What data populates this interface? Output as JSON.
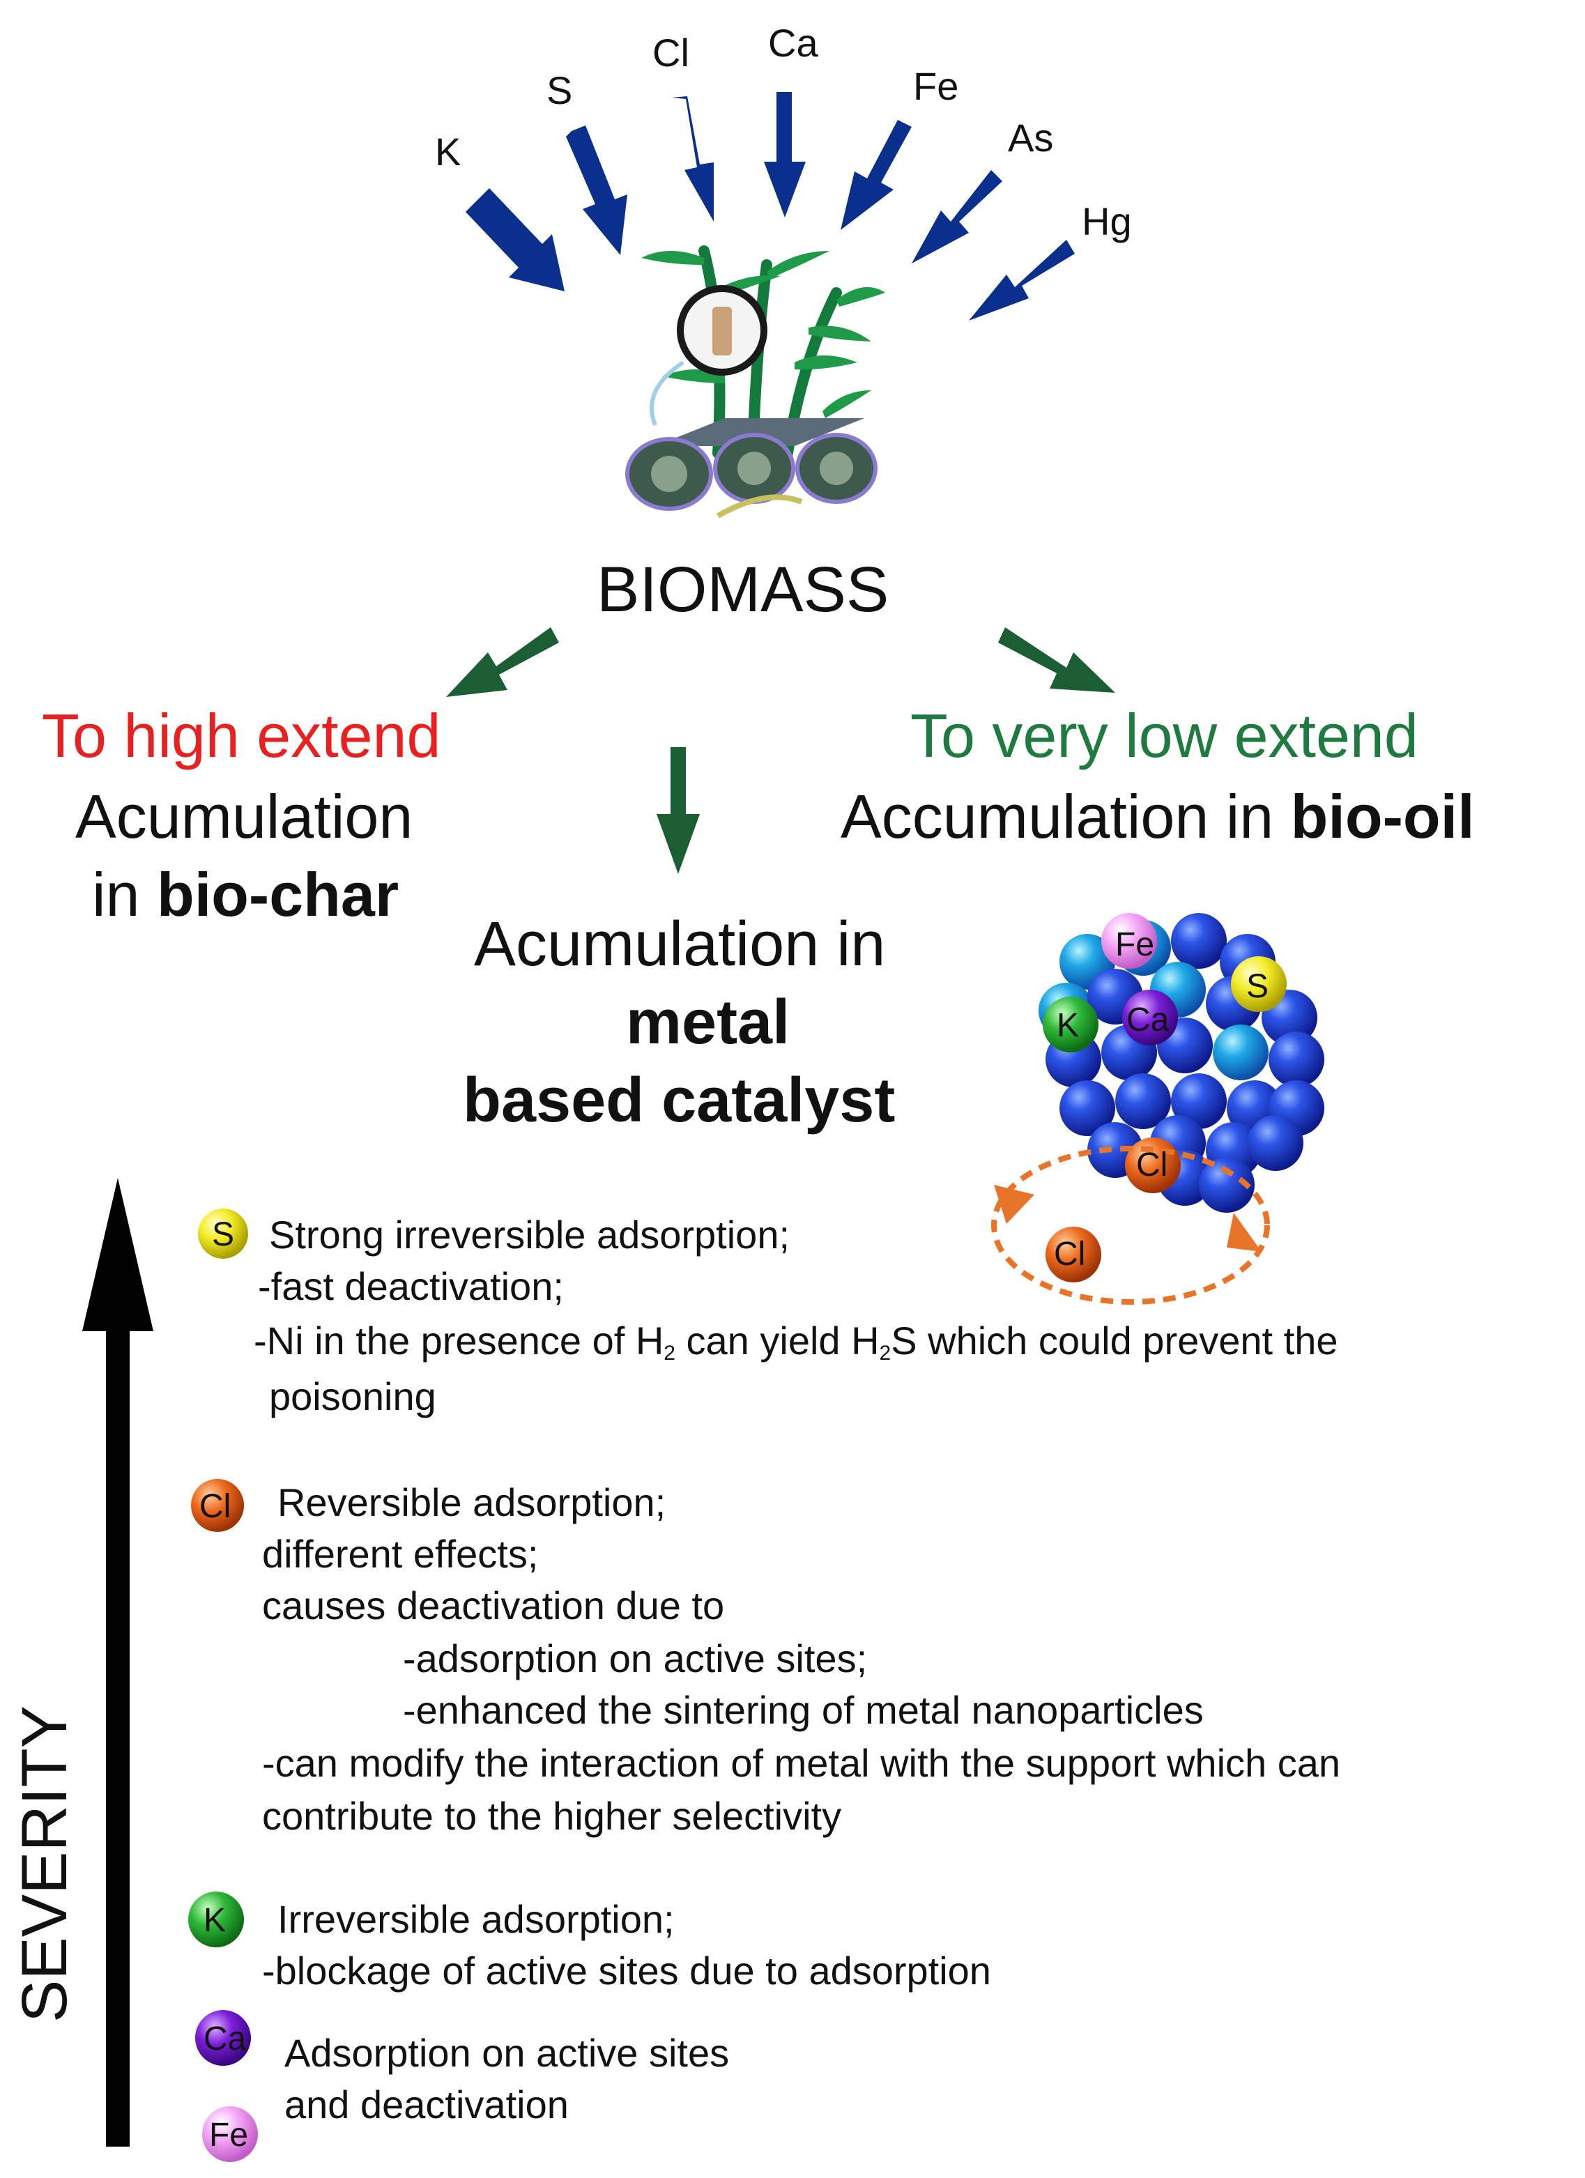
{
  "elements_top": [
    "K",
    "S",
    "Cl",
    "Ca",
    "Fe",
    "As",
    "Hg"
  ],
  "source": "BIOMASS",
  "left": {
    "extent": "To high extend",
    "line1": "Acumulation",
    "line2_pre": "in ",
    "line2_bold": "bio-char"
  },
  "right": {
    "extent": "To very low extend",
    "line_pre": "Accumulation in ",
    "line_bold": "bio-oil"
  },
  "center": {
    "line1": "Acumulation in",
    "line2": "metal",
    "line3": "based catalyst"
  },
  "cluster_labels": {
    "fe": "Fe",
    "s": "S",
    "k": "K",
    "ca": "Ca",
    "cl1": "Cl",
    "cl2": "Cl"
  },
  "severity": "SEVERITY",
  "s_block": {
    "badge": "S",
    "l1": "Strong irreversible adsorption;",
    "l2": "-fast deactivation;",
    "l3_a": "-Ni in the presence of H",
    "l3_sub1": "2",
    "l3_b": " can yield H",
    "l3_sub2": "2",
    "l3_c": "S which could prevent the",
    "l4": "poisoning"
  },
  "cl_block": {
    "badge": "Cl",
    "l1": "Reversible adsorption;",
    "l2": "different effects;",
    "l3": "causes deactivation due to",
    "l4": "-adsorption on active sites;",
    "l5": "-enhanced the sintering of metal nanoparticles",
    "l6": "-can modify the interaction of metal with the support which can",
    "l7": "contribute to the higher selectivity"
  },
  "k_block": {
    "badge": "K",
    "l1": "Irreversible adsorption;",
    "l2": "-blockage of active sites due to adsorption"
  },
  "ca_fe_block": {
    "badge_ca": "Ca",
    "badge_fe": "Fe",
    "l1": "Adsorption on active sites",
    "l2": "and deactivation"
  },
  "colors": {
    "arrow_blue": "#0b2f8c",
    "arrow_green": "#1b5e34",
    "red": "#e8201f",
    "green": "#1e7a3e",
    "orange": "#e8742a"
  }
}
